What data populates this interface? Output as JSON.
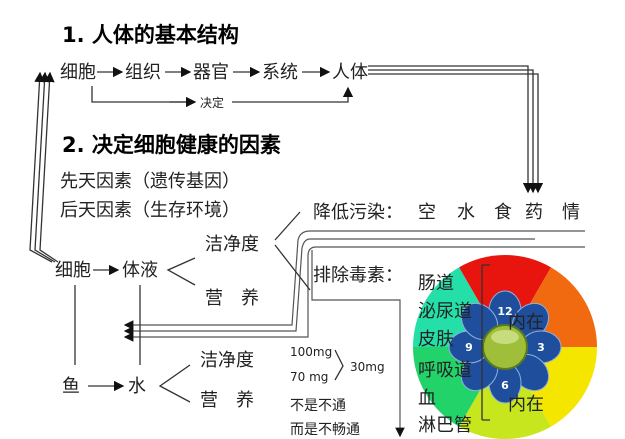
{
  "section1": {
    "title": "1. 人体的基本结构",
    "chain": [
      "细胞",
      "组织",
      "器官",
      "系统",
      "人体"
    ],
    "decide_label": "决定"
  },
  "section2": {
    "title": "2. 决定细胞健康的因素",
    "factors": [
      "先天因素（遗传基因）",
      "后天因素（生存环境）"
    ],
    "reduce_pollution": {
      "label": "降低污染：",
      "items": [
        "空",
        "水",
        "食",
        "药",
        "情"
      ]
    },
    "cell": "细胞",
    "body_fluid": "体液",
    "fluid_branches": [
      "洁净度",
      "营　养"
    ],
    "remove_toxins": {
      "label": "排除毒素：",
      "organs": [
        "肠道",
        "泌尿道",
        "皮肤",
        "呼吸道",
        "血",
        "淋巴管"
      ]
    },
    "fish": "鱼",
    "water": "水",
    "water_branches": [
      "洁净度",
      "营　养"
    ],
    "amounts": [
      "100mg",
      "70 mg",
      "30mg"
    ],
    "notes": [
      "不是不通",
      "而是不畅通"
    ],
    "wheel": {
      "numbers": [
        "12",
        "3",
        "6",
        "9"
      ],
      "overlay": [
        "内在",
        "内在"
      ],
      "colors": [
        "#e8150f",
        "#f26a0f",
        "#f5e600",
        "#c8e61e",
        "#22d36a",
        "#24e0a8"
      ]
    }
  }
}
